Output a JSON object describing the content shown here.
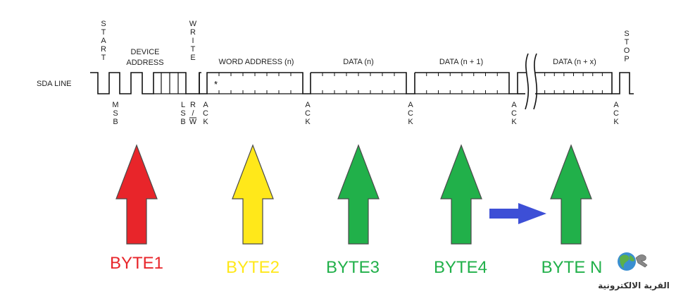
{
  "sda_line_label": "SDA LINE",
  "top_labels": {
    "start": "START",
    "device_address_line1": "DEVICE",
    "device_address_line2": "ADDRESS",
    "write": "WRITE",
    "word_address": "WORD ADDRESS (n)",
    "data_n": "DATA (n)",
    "data_n1": "DATA (n + 1)",
    "data_nx": "DATA (n + x)",
    "stop": "STOP"
  },
  "bottom_labels": {
    "msb": "MSB",
    "lsb": "LSB",
    "r": "R",
    "slash": "/",
    "w": "W",
    "ack": "ACK"
  },
  "asterisk": "*",
  "bytes": [
    {
      "label": "BYTE1",
      "color": "#e8252a"
    },
    {
      "label": "BYTE2",
      "color": "#ffe81a"
    },
    {
      "label": "BYTE3",
      "color": "#21b04a"
    },
    {
      "label": "BYTE4",
      "color": "#21b04a"
    },
    {
      "label": "BYTE N",
      "color": "#21b04a"
    }
  ],
  "blue_arrow_color": "#3d4fd6",
  "logo_text": "القرية الالكترونية"
}
